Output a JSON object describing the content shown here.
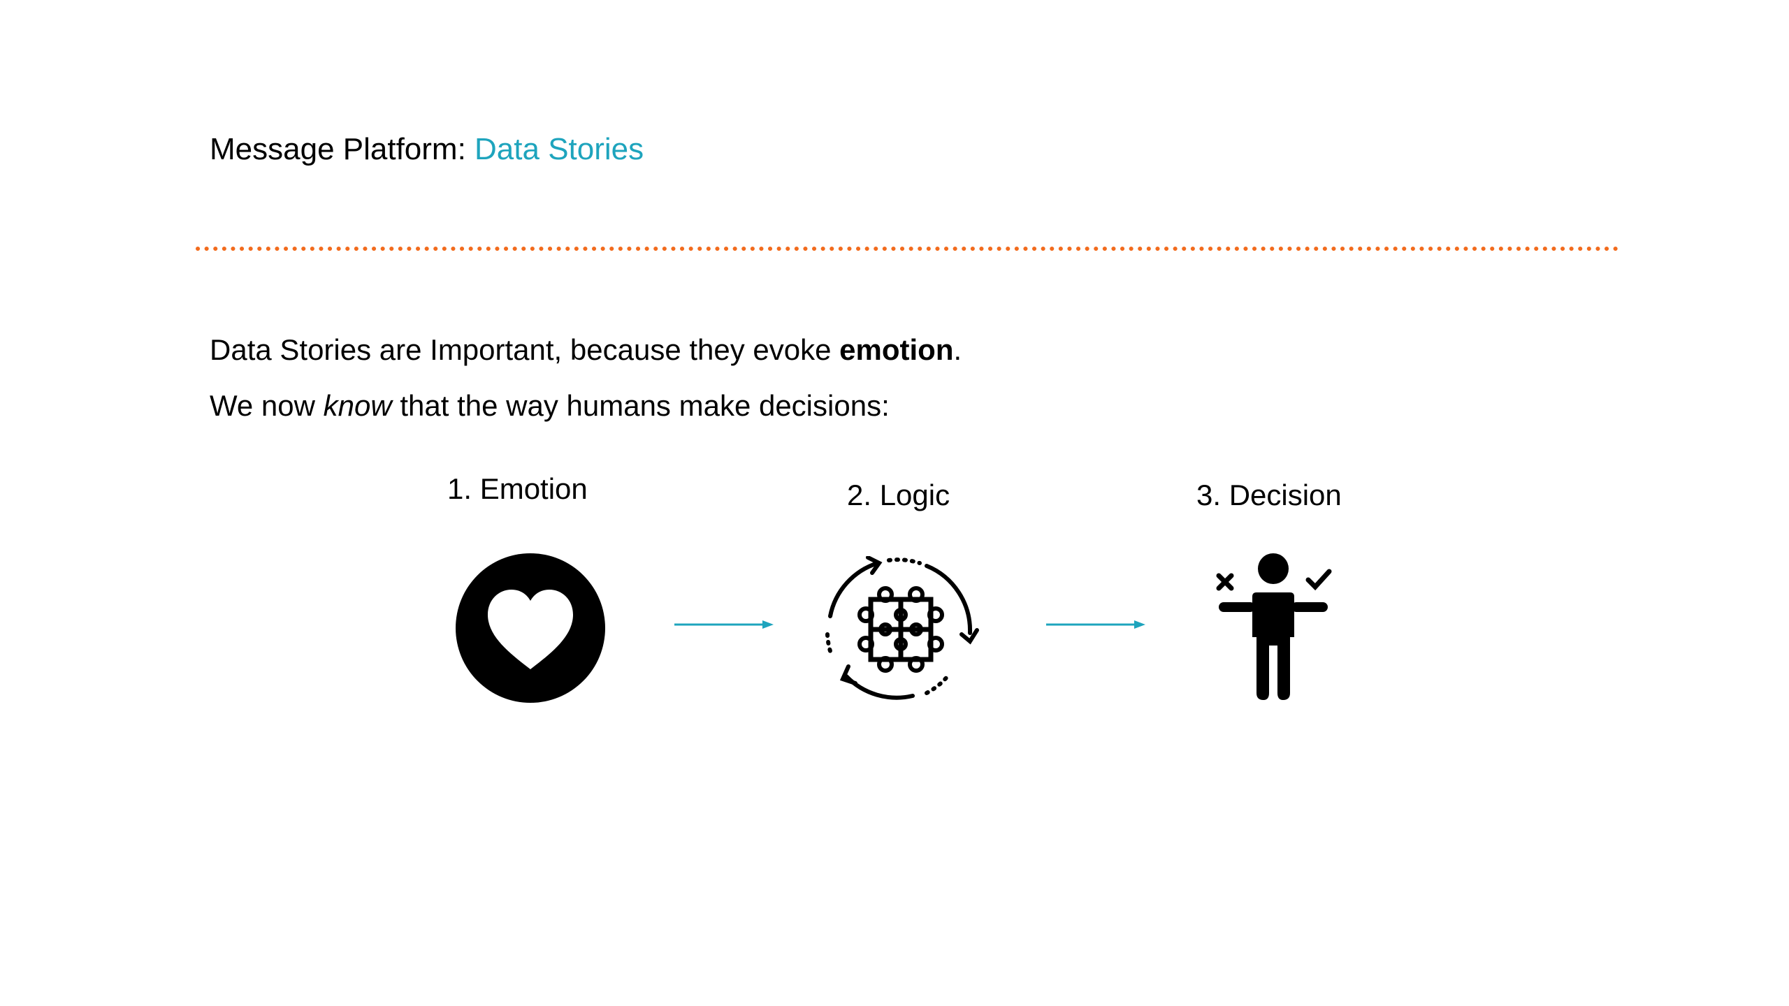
{
  "slide": {
    "title_prefix": "Message Platform: ",
    "title_accent": "Data Stories",
    "line1_before": "Data Stories are Important, because they evoke ",
    "line1_bold": "emotion",
    "line1_after": ".",
    "line2_before": "We now ",
    "line2_italic": "know",
    "line2_after": " that the way humans make decisions:"
  },
  "steps": [
    {
      "label": "1. Emotion",
      "icon": "heart-circle-icon"
    },
    {
      "label": "2. Logic",
      "icon": "puzzle-cycle-icon"
    },
    {
      "label": "3. Decision",
      "icon": "person-decision-icon"
    }
  ],
  "colors": {
    "accent": "#1ea4bd",
    "divider": "#f26b1d",
    "icon": "#000000"
  }
}
